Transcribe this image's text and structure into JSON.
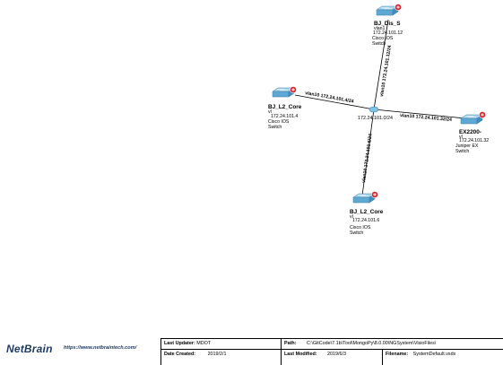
{
  "hub": {
    "label": "172.24.101.0/24"
  },
  "devices": [
    {
      "id": "bj_dis_s",
      "name": "BJ_Dis_S",
      "small1": "vlan1",
      "ip": "172.24.101.12",
      "type_line1": "Cisco IOS",
      "type_line2": "Switch"
    },
    {
      "id": "bj_l2_core_left",
      "name": "BJ_L2_Core",
      "small1": "vl",
      "ip": "172.24.101.4",
      "type_line1": "Cisco IOS",
      "type_line2": "Switch"
    },
    {
      "id": "ex2200",
      "name": "EX2200-",
      "small1": "vl",
      "ip": "172.24.101.32",
      "type_line1": "Juniper EX",
      "type_line2": "Switch"
    },
    {
      "id": "bj_l2_core_bottom",
      "name": "BJ_L2_Core",
      "small1": "vl",
      "ip": "172.24.101.6",
      "type_line1": "Cisco IOS",
      "type_line2": "Switch"
    }
  ],
  "links": [
    {
      "id": "link_top",
      "label": "vlan10 172.24.101.12/24"
    },
    {
      "id": "link_left",
      "label": "vlan10 172.24.101.4/24"
    },
    {
      "id": "link_right",
      "label": "vlan10 172.24.101.32/24"
    },
    {
      "id": "link_bottom",
      "label": "vlan10 172.24.101.6/24"
    }
  ],
  "colors": {
    "switch_body": "#5fa8d3",
    "switch_top": "#a9d6ef",
    "alert": "#d9262c",
    "hub": "#7fc3e6",
    "logo": "#1f3b63"
  },
  "footer": {
    "logo": "NetBrain",
    "url": "https://www.netbraintech.com/",
    "last_updater_label": "Last Updater:",
    "last_updater": "MDOT",
    "path_label": "Path:",
    "path": "C:\\GitCode\\7.1b\\Tool\\MongoPy\\8.0.00\\NGSystem\\VisioFiles\\",
    "date_created_label": "Date Created:",
    "date_created": "2019/2/1",
    "last_modified_label": "Last Modified:",
    "last_modified": "2019/6/3",
    "filename_label": "Filename:",
    "filename": "SystemDefault.vsdx"
  }
}
